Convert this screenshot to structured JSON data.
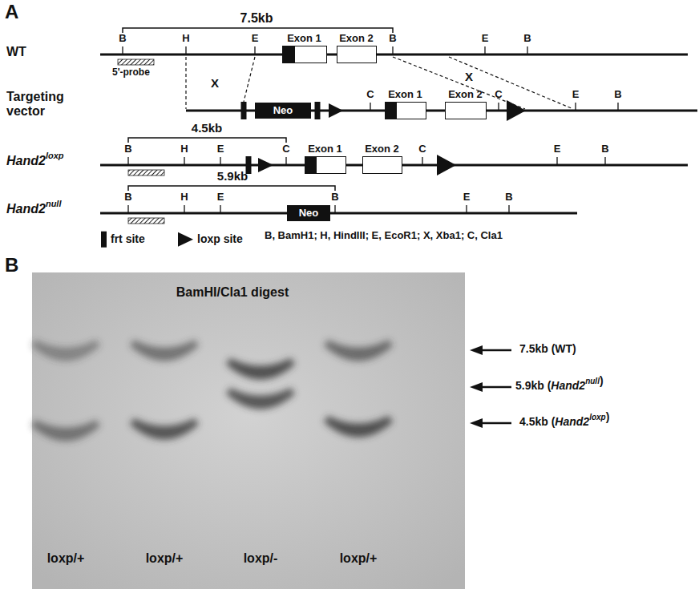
{
  "diagram": {
    "nodes": [
      {
        "text": [
          "Exon 1"
        ]
      },
      {
        "text": [
          "Exon 2"
        ]
      },
      {
        "text": [
          "Neo"
        ]
      },
      {
        "text": [
          "Exon 1"
        ]
      },
      {
        "text": [
          "Exon 2"
        ]
      },
      {
        "text": [
          "Exon 1"
        ]
      },
      {
        "text": [
          "Exon 2"
        ]
      },
      {
        "text": [
          "Neo"
        ]
      }
    ],
    "labels": [
      "A",
      "7.5kb",
      "WT",
      "B",
      "H",
      "E",
      "B",
      "E",
      "B",
      "5'-probe",
      "X",
      "X",
      "Targeting vector",
      "C",
      "C",
      "E",
      "B",
      "Hand2",
      "loxp",
      "4.5kb",
      "B",
      "H",
      "E",
      "C",
      "C",
      "E",
      "B",
      "Hand2",
      "null",
      "5.9kb",
      "B",
      "H",
      "E",
      "B",
      "E",
      "B",
      "B, BamH1; H, HindIII; E, EcoR1; X, Xba1; C, Cla1",
      "B",
      "BamHI/Cla1 digest",
      "7.5kb (WT)",
      "5.9kb (",
      "Hand2",
      "null",
      ")",
      "4.5kb (",
      "Hand2",
      "loxp",
      ")",
      "loxp/+",
      "loxp/+",
      "loxp/-",
      "loxp/+"
    ],
    "legend": [
      {
        "text": "frt site"
      },
      {
        "text": "loxp site"
      }
    ]
  }
}
